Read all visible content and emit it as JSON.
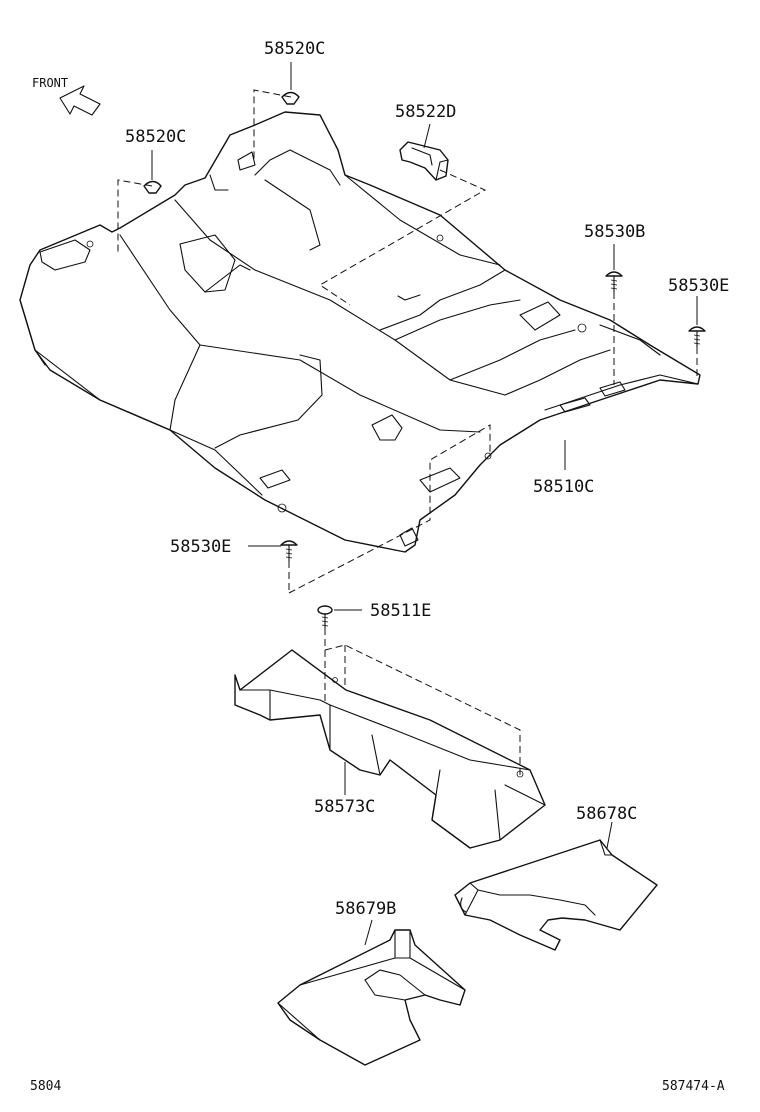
{
  "diagram": {
    "front_label": "FRONT",
    "parts": {
      "clip_upper": "58520C",
      "clip_left": "58520C",
      "bracket": "58522D",
      "clip_right_b": "58530B",
      "clip_right_e": "58530E",
      "carpet_main": "58510C",
      "clip_lower_e": "58530E",
      "screw": "58511E",
      "rear_cover": "58573C",
      "mat_right": "58678C",
      "mat_left": "58679B"
    },
    "footer": {
      "left": "5804",
      "right": "587474-A"
    }
  }
}
